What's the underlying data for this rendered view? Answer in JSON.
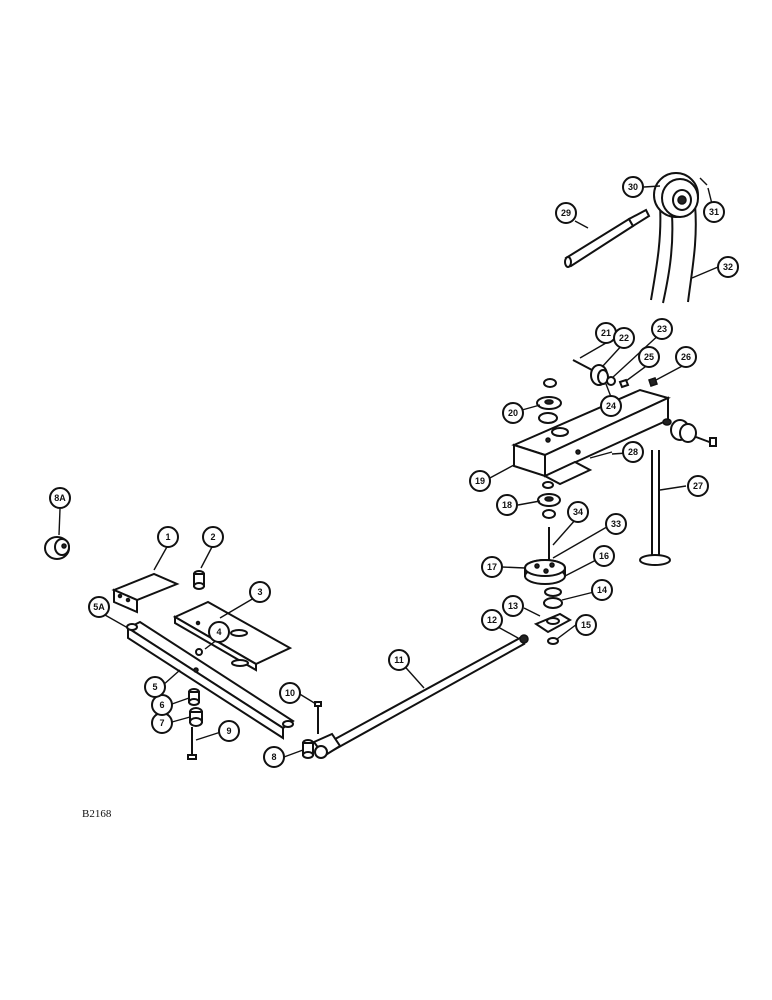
{
  "figure_code": "B2168",
  "callouts": {
    "c1": "1",
    "c2": "2",
    "c3": "3",
    "c4": "4",
    "c5": "5",
    "c5a": "5A",
    "c6": "6",
    "c7": "7",
    "c8": "8",
    "c8a": "8A",
    "c9": "9",
    "c10": "10",
    "c11": "11",
    "c12": "12",
    "c13": "13",
    "c14": "14",
    "c15": "15",
    "c16": "16",
    "c17": "17",
    "c18": "18",
    "c19": "19",
    "c20": "20",
    "c21": "21",
    "c22": "22",
    "c23": "23",
    "c24": "24",
    "c25": "25",
    "c26": "26",
    "c27": "27",
    "c28": "28",
    "c29": "29",
    "c30": "30",
    "c31": "31",
    "c32": "32",
    "c33": "33",
    "c34": "34"
  }
}
